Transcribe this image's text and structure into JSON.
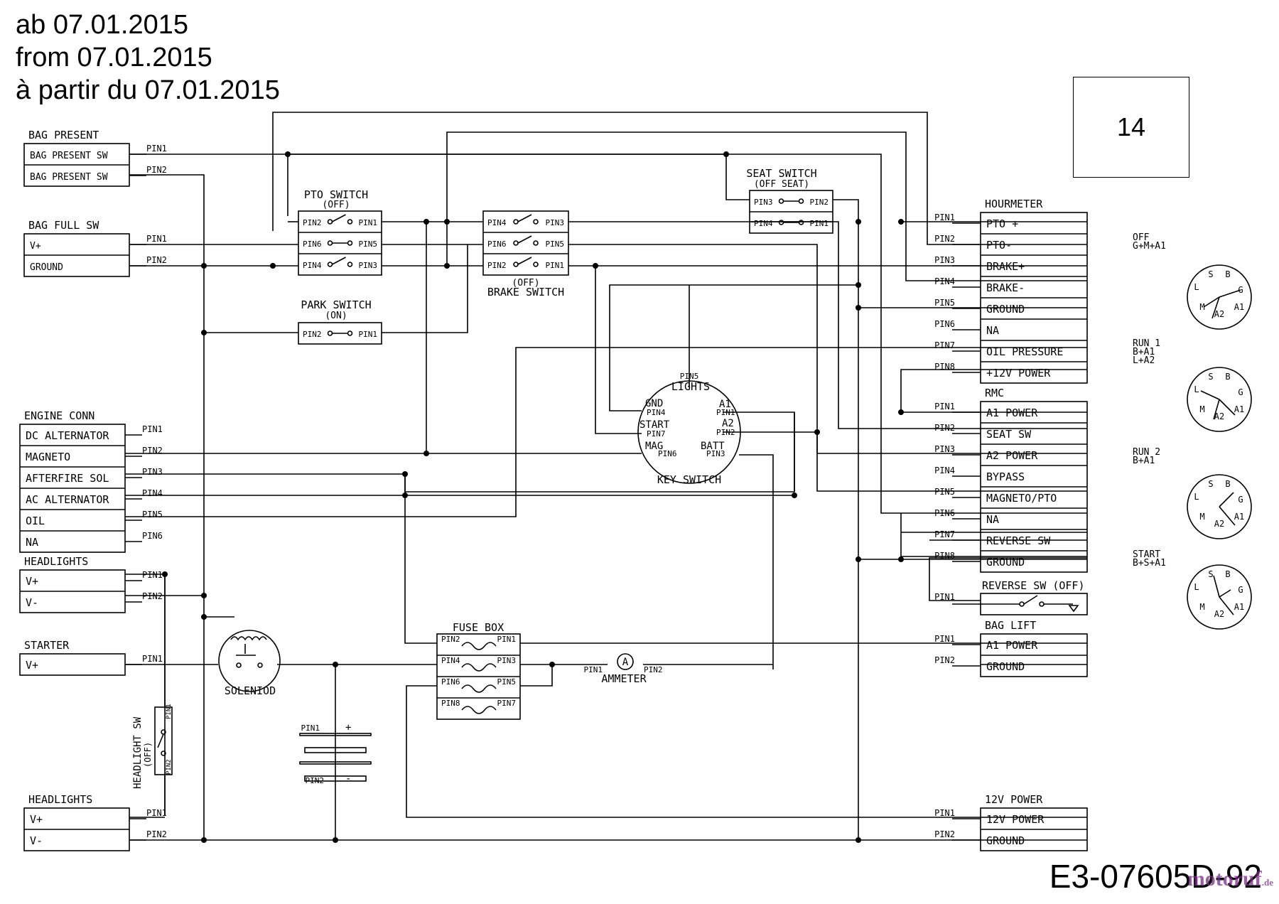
{
  "header": {
    "line1": "ab 07.01.2015",
    "line2": "from 07.01.2015",
    "line3": "à partir du 07.01.2015"
  },
  "box_number": "14",
  "doc_code": "E3-07605D-92",
  "watermark": {
    "brand": "motoruf",
    "tld": ".de"
  },
  "pins": [
    "PIN1",
    "PIN2",
    "PIN3",
    "PIN4",
    "PIN5",
    "PIN6",
    "PIN7",
    "PIN8"
  ],
  "connectors": {
    "bag_present": {
      "title": "BAG PRESENT",
      "rows": [
        "BAG PRESENT SW",
        "BAG PRESENT SW"
      ]
    },
    "bag_full": {
      "title": "BAG FULL SW",
      "rows": [
        "V+",
        "GROUND"
      ]
    },
    "engine": {
      "title": "ENGINE CONN",
      "rows": [
        "DC ALTERNATOR",
        "MAGNETO",
        "AFTERFIRE SOL",
        "AC ALTERNATOR",
        "OIL",
        "NA"
      ]
    },
    "headlights_top": {
      "title": "HEADLIGHTS",
      "rows": [
        "V+",
        "V-"
      ]
    },
    "starter": {
      "title": "STARTER",
      "rows": [
        "V+"
      ]
    },
    "headlights_bottom": {
      "title": "HEADLIGHTS",
      "rows": [
        "V+",
        "V-"
      ]
    },
    "hourmeter": {
      "title": "HOURMETER",
      "rows": [
        "PTO +",
        "PTO-",
        "BRAKE+",
        "BRAKE-",
        "GROUND",
        "NA",
        "OIL PRESSURE",
        "+12V POWER"
      ]
    },
    "rmc": {
      "title": "RMC",
      "rows": [
        "A1 POWER",
        "SEAT SW",
        "A2 POWER",
        "BYPASS",
        "MAGNETO/PTO",
        "NA",
        "REVERSE SW",
        "GROUND"
      ]
    },
    "reverse_sw": {
      "title": "REVERSE SW (OFF)"
    },
    "bag_lift": {
      "title": "BAG LIFT",
      "rows": [
        "A1 POWER",
        "GROUND"
      ]
    },
    "power_12v": {
      "title": "12V POWER",
      "rows": [
        "12V POWER",
        "GROUND"
      ]
    }
  },
  "switches": {
    "pto": {
      "title": "PTO SWITCH",
      "state": "(OFF)"
    },
    "brake": {
      "state": "(OFF)",
      "title": "BRAKE SWITCH"
    },
    "seat": {
      "title": "SEAT SWITCH",
      "state": "(OFF SEAT)"
    },
    "park": {
      "title": "PARK SWITCH",
      "state": "(ON)"
    },
    "headlight": {
      "title": "HEADLIGHT SW",
      "state": "(OFF)"
    }
  },
  "key_switch": {
    "title": "KEY SWITCH",
    "terminals": {
      "lights": "LIGHTS",
      "gnd": "GND",
      "start": "START",
      "mag": "MAG",
      "a1": "A1",
      "a2": "A2",
      "batt": "BATT"
    }
  },
  "fuse_box": {
    "title": "FUSE BOX"
  },
  "solenoid": {
    "title": "SOLENIOD"
  },
  "ammeter": {
    "title": "AMMETER",
    "symbol": "A"
  },
  "battery": {
    "plus": "+",
    "minus": "-"
  },
  "key_positions": [
    {
      "name": "OFF",
      "combo": "G+M+A1"
    },
    {
      "name": "RUN 1",
      "combo": "B+A1",
      "combo2": "L+A2"
    },
    {
      "name": "RUN 2",
      "combo": "B+A1"
    },
    {
      "name": "START",
      "combo": "B+S+A1"
    }
  ],
  "dial_letters": [
    "S",
    "B",
    "G",
    "L",
    "M",
    "A2",
    "A1"
  ]
}
